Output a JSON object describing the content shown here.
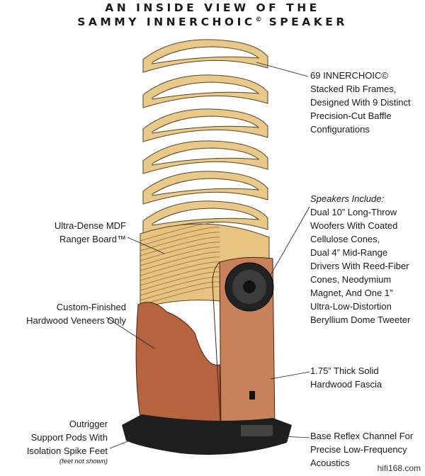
{
  "title": {
    "line1": "AN INSIDE VIEW OF THE",
    "line2": "SAMMY INNERCHOIC",
    "line2_mark": "©",
    "line2_end": " SPEAKER"
  },
  "labels": {
    "rib_frames": [
      "69 INNERCHOIC© ",
      "Stacked Rib Frames,",
      "Designed With 9 Distinct",
      "Precision-Cut Baffle",
      "Configurations"
    ],
    "speakers_heading": "Speakers Include:",
    "speakers": [
      "Dual 10” Long-Throw",
      "Woofers With Coated",
      "Cellulose Cones,",
      "Dual 4” Mid-Range",
      "Drivers With Reed-Fiber",
      "Cones, Neodymium",
      "Magnet, And One 1”",
      "Ultra-Low-Distortion",
      "Beryllium Dome Tweeter"
    ],
    "mdf": [
      "Ultra-Dense MDF",
      "Ranger Board™"
    ],
    "veneers": [
      "Custom-Finished",
      "Hardwood Veneers Only"
    ],
    "fascia": [
      "1.75” Thick Solid",
      "Hardwood Fascia"
    ],
    "outrigger": [
      "Outrigger",
      "Support Pods With",
      "Isolation Spike Feet"
    ],
    "outrigger_note": "(feet not shown)",
    "reflex": [
      "Base Reflex Channel For",
      "Precise Low-Frequency",
      "Acoustics"
    ]
  },
  "watermark": "hifi168.com",
  "colors": {
    "rib": "#e8c98a",
    "veneer": "#b5643f",
    "base": "#1e1e1e"
  }
}
